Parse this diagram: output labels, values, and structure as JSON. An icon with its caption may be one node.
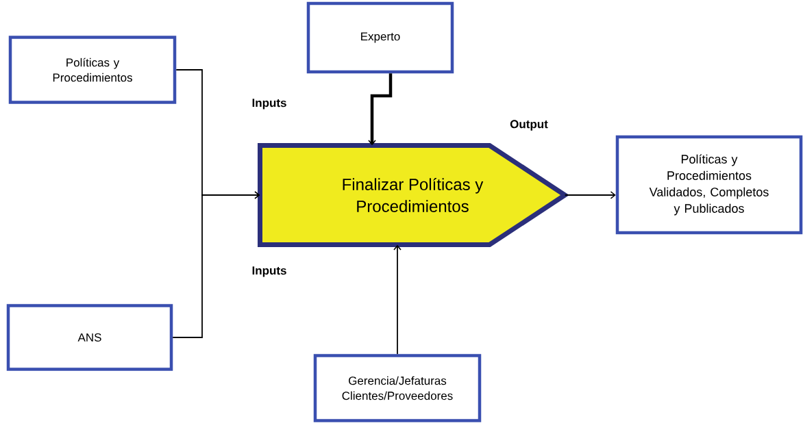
{
  "diagram": {
    "nodes": [
      {
        "text": [
          "Políticas y Procedimientos"
        ]
      },
      {
        "text": [
          "Experto"
        ]
      },
      {
        "text": [
          "Finalizar Políticas y Procedimientos"
        ]
      },
      {
        "text": [
          "Políticas y Procedimientos Validados, Completos y Publicados"
        ]
      },
      {
        "text": [
          "ANS"
        ]
      },
      {
        "text": [
          "Gerencia/Jefaturas Clientes/Proveedores"
        ]
      }
    ],
    "edges": [
      {
        "from": 0,
        "to": 2,
        "arrow": "to"
      },
      {
        "from": 4,
        "to": 2,
        "arrow": "to"
      },
      {
        "from": 1,
        "to": 2,
        "arrow": "to",
        "style": "thick"
      },
      {
        "from": 5,
        "to": 2,
        "arrow": "to"
      },
      {
        "from": 2,
        "to": 3,
        "arrow": "to"
      }
    ],
    "labels": [
      "Inputs",
      "Output",
      "Inputs"
    ]
  }
}
